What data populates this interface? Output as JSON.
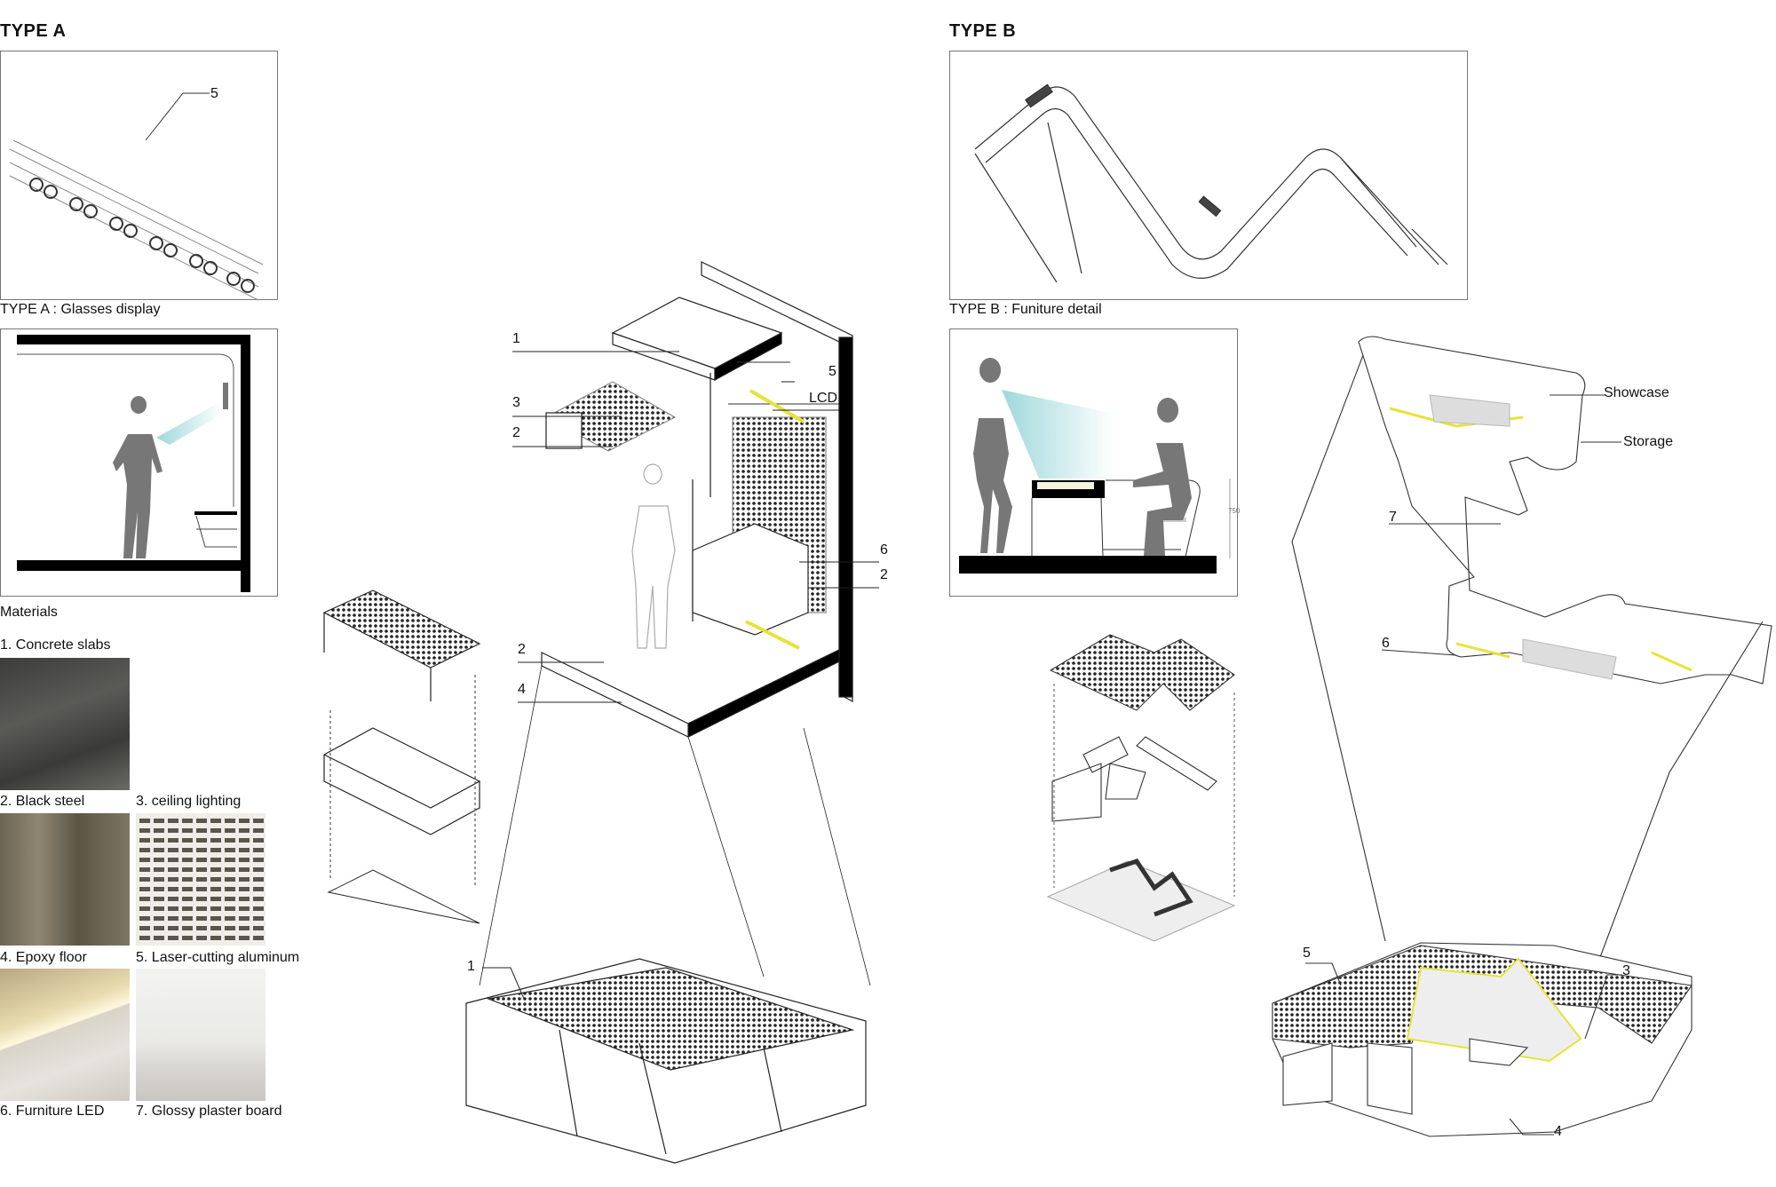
{
  "type_a": {
    "title": "TYPE A",
    "glasses_caption": "TYPE A : Glasses display",
    "glasses_callout": "5",
    "materials_title": "Materials",
    "materials": [
      {
        "label": "1. Concrete slabs"
      },
      {
        "label": "2. Black steel"
      },
      {
        "label": "3. ceiling lighting"
      },
      {
        "label": "4. Epoxy floor"
      },
      {
        "label": "5. Laser-cutting aluminum"
      },
      {
        "label": "6. Furniture LED"
      },
      {
        "label": "7. Glossy plaster board"
      }
    ],
    "axon_callouts": {
      "c1": "1",
      "c5": "5",
      "lcd": "LCD",
      "c3": "3",
      "c2a": "2",
      "c6": "6",
      "c2b": "2",
      "c2c": "2",
      "c4": "4",
      "c1b": "1"
    }
  },
  "type_b": {
    "title": "TYPE B",
    "furniture_caption": "TYPE B : Funiture detail",
    "section_dimension": "750",
    "axon_callouts": {
      "showcase": "Showcase",
      "storage": "Storage",
      "c7": "7",
      "c6": "6",
      "c5": "5",
      "c3": "3",
      "c4": "4"
    }
  },
  "colors": {
    "led": "#e8e23a",
    "light_beam": "#9fd8dc",
    "silhouette": "#777777"
  }
}
